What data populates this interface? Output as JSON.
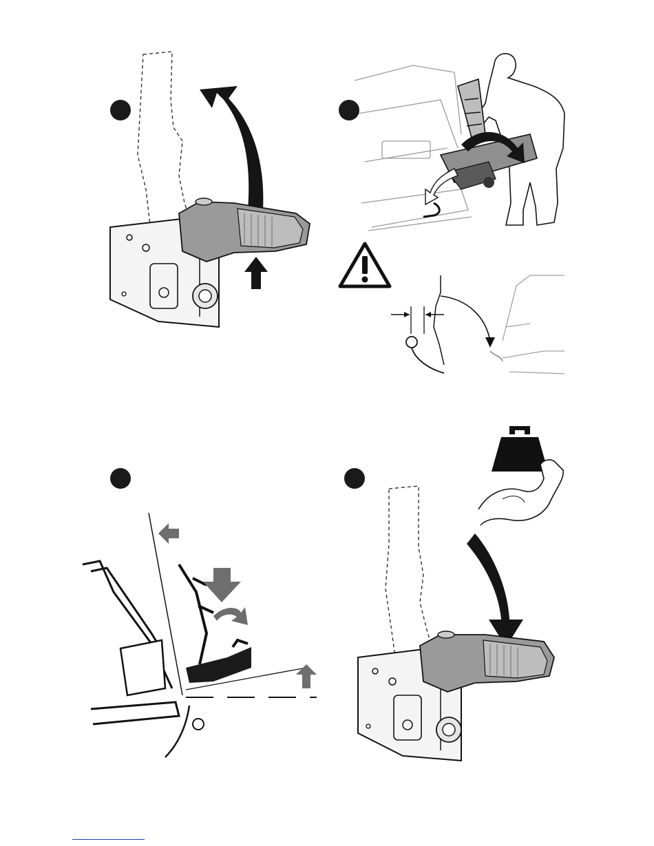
{
  "panels": [
    {
      "id": "step-1",
      "icon": "hitch-handle-unlock-icon"
    },
    {
      "id": "step-2",
      "icon": "tilt-rack-onto-towball-icon"
    },
    {
      "id": "step-3",
      "icon": "rack-alignment-icon"
    },
    {
      "id": "step-4",
      "icon": "hitch-handle-lock-icon"
    }
  ],
  "icons": {
    "warning": "warning-triangle-icon",
    "weight": "weight-icon",
    "strength": "flexed-arm-icon"
  },
  "colors": {
    "ink": "#111111",
    "arrow_dark": "#151515",
    "arrow_grey": "#6e6e6e",
    "handle_grey": "#9a9a9a",
    "body_light": "#f2f2f2"
  }
}
